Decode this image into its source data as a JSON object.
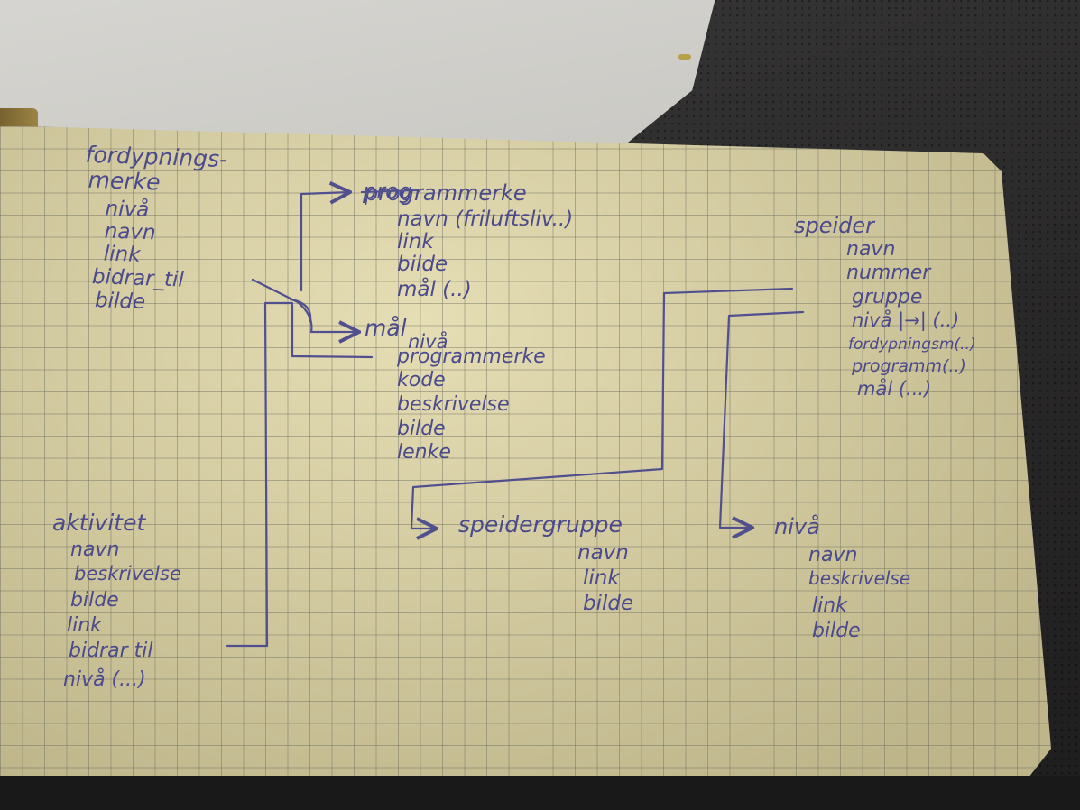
{
  "entities": {
    "fordypningsmerke": {
      "title_1": "fordypnings-",
      "title_2": "merke",
      "fields": [
        "nivå",
        "navn",
        "link",
        "bidrar_til",
        "bilde"
      ]
    },
    "programmerke": {
      "title": "programmerke",
      "crossed_text": "prog",
      "fields": [
        "navn (friluftsliv..)",
        "link",
        "bilde",
        "mål (..)"
      ]
    },
    "maal": {
      "title": "mål",
      "fields": [
        "nivå",
        "programmerke",
        "kode",
        "beskrivelse",
        "bilde",
        "lenke"
      ]
    },
    "speider": {
      "title": "speider",
      "fields": [
        "navn",
        "nummer",
        "gruppe",
        "nivå |→| (..)",
        "fordypningsm(..)",
        "programm(..)",
        "mål (...)"
      ]
    },
    "speidergruppe": {
      "title": "speidergruppe",
      "fields": [
        "navn",
        "link",
        "bilde"
      ]
    },
    "niva": {
      "title": "nivå",
      "fields": [
        "navn",
        "beskrivelse",
        "link",
        "bilde"
      ]
    },
    "aktivitet": {
      "title": "aktivitet",
      "fields": [
        "navn",
        "beskrivelse",
        "bilde",
        "link",
        "bidrar til",
        "nivå (...)"
      ]
    }
  },
  "colors": {
    "ink": "#4a4a8c",
    "paper": "#d8ce9e",
    "grid": "#6e6e5f",
    "background": "#2b2a2a"
  }
}
